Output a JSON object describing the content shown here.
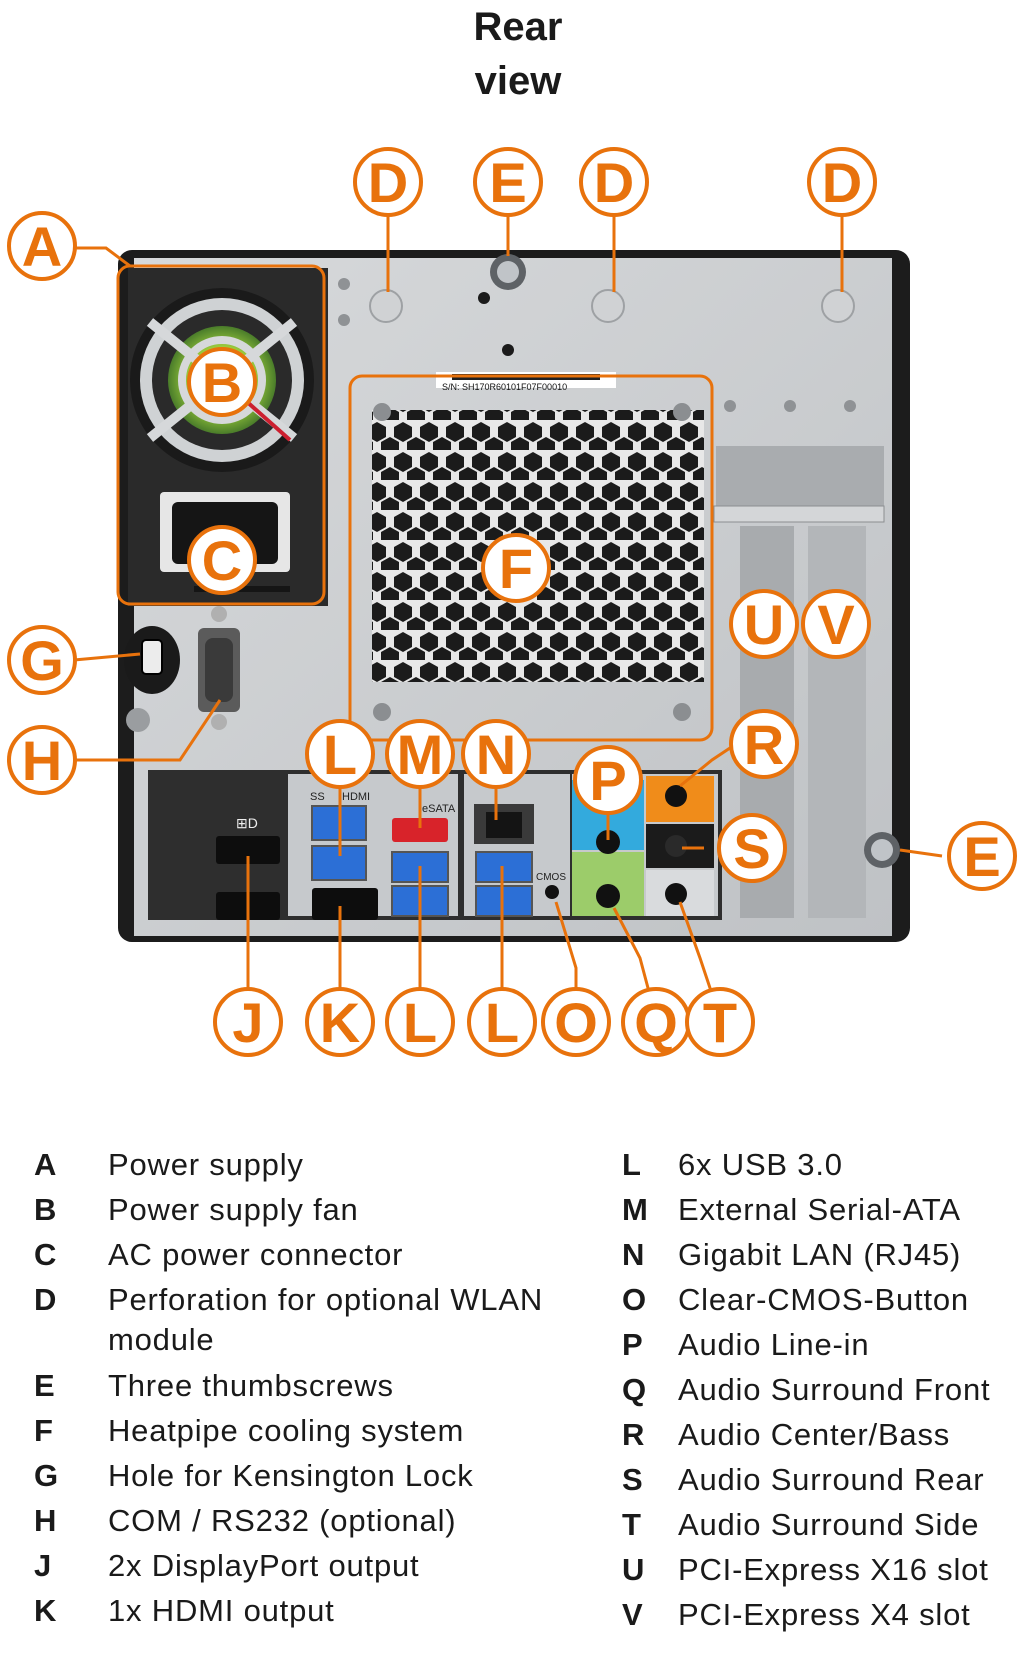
{
  "title_line1": "Rear",
  "title_line2": "view",
  "serial_label": "S/N:  SH170R60101F07F00010",
  "port_text": {
    "hdmi": "HDMI",
    "esata": "eSATA",
    "cmos": "CMOS",
    "usb_logo": "SS"
  },
  "colors": {
    "callout": "#e8720c",
    "chassis": "#1c1c1c",
    "panel": "#c9cccf",
    "audio_blue": "#33aadd",
    "audio_green": "#9ccc6a",
    "audio_orange": "#f08c1a",
    "usb_blue": "#2c6fd6",
    "esata_red": "#d8232a"
  },
  "callouts": [
    "A",
    "B",
    "C",
    "D",
    "D",
    "D",
    "E",
    "E",
    "F",
    "G",
    "H",
    "L",
    "M",
    "N",
    "P",
    "R",
    "S",
    "U",
    "V",
    "J",
    "K",
    "L",
    "L",
    "O",
    "Q",
    "T"
  ],
  "legend_left": [
    {
      "key": "A",
      "text": "Power supply"
    },
    {
      "key": "B",
      "text": "Power supply fan"
    },
    {
      "key": "C",
      "text": "AC power connector"
    },
    {
      "key": "D",
      "text": "Perforation for optional WLAN module"
    },
    {
      "key": "E",
      "text": "Three thumbscrews"
    },
    {
      "key": "F",
      "text": "Heatpipe cooling system"
    },
    {
      "key": "G",
      "text": "Hole for Kensington Lock"
    },
    {
      "key": "H",
      "text": "COM / RS232 (optional)"
    },
    {
      "key": "J",
      "text": "2x DisplayPort output"
    },
    {
      "key": "K",
      "text": "1x HDMI output"
    }
  ],
  "legend_right": [
    {
      "key": "L",
      "text": "6x USB 3.0"
    },
    {
      "key": "M",
      "text": "External Serial-ATA"
    },
    {
      "key": "N",
      "text": "Gigabit LAN (RJ45)"
    },
    {
      "key": "O",
      "text": "Clear-CMOS-Button"
    },
    {
      "key": "P",
      "text": "Audio Line-in"
    },
    {
      "key": "Q",
      "text": "Audio Surround Front"
    },
    {
      "key": "R",
      "text": "Audio Center/Bass"
    },
    {
      "key": "S",
      "text": "Audio Surround Rear"
    },
    {
      "key": "T",
      "text": "Audio Surround Side"
    },
    {
      "key": "U",
      "text": "PCI-Express X16 slot"
    },
    {
      "key": "V",
      "text": "PCI-Express X4 slot"
    }
  ]
}
